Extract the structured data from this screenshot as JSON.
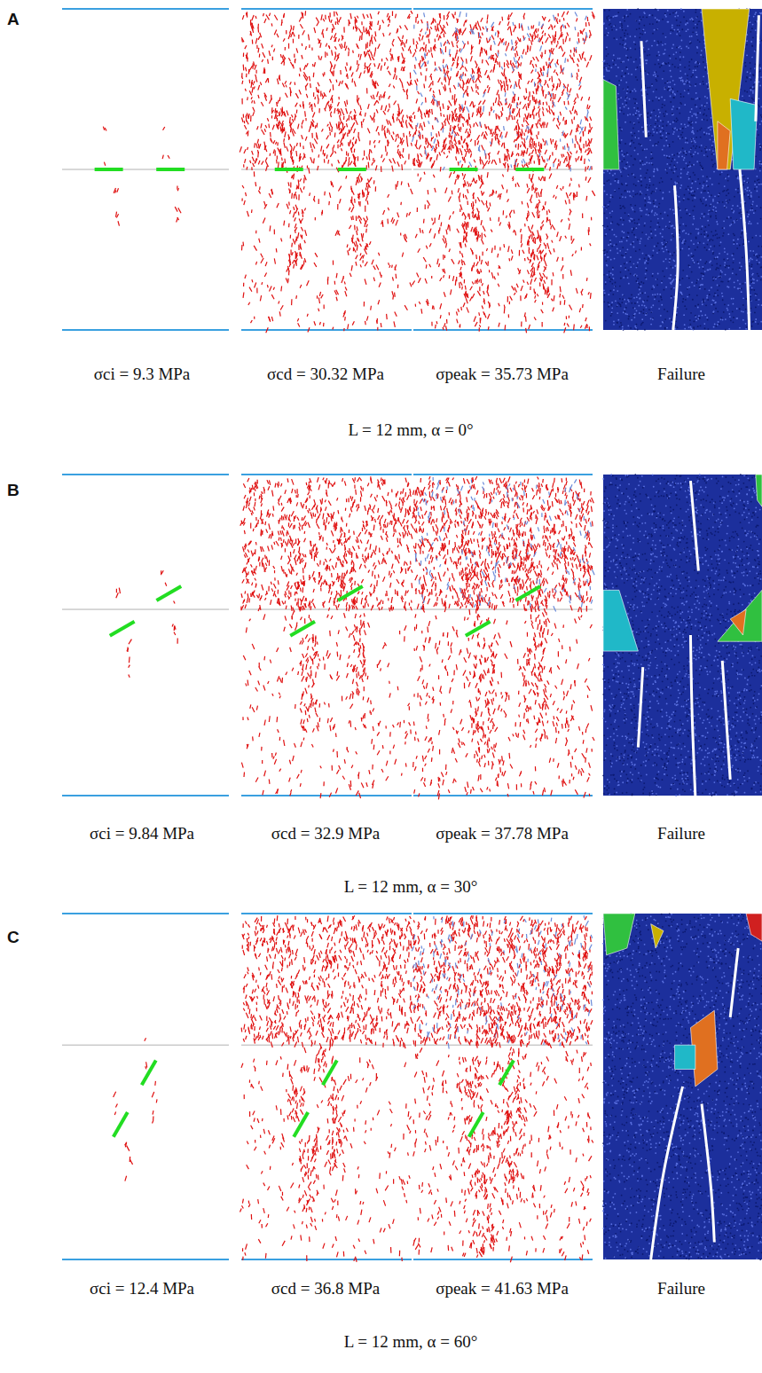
{
  "diagram": {
    "labels": [
      "A",
      "σci = 9.3 MPa",
      "σcd = 30.32 MPa",
      "σpeak = 35.73 MPa",
      "Failure",
      "L = 12 mm, α = 0°",
      "B",
      "σci = 9.84 MPa",
      "σcd = 32.9 MPa",
      "σpeak = 37.78 MPa",
      "Failure",
      "L = 12 mm, α = 30°",
      "C",
      "σci = 12.4 MPa",
      "σcd = 36.8 MPa",
      "σpeak = 41.63 MPa",
      "Failure",
      "L = 12 mm, α = 60°"
    ]
  }
}
